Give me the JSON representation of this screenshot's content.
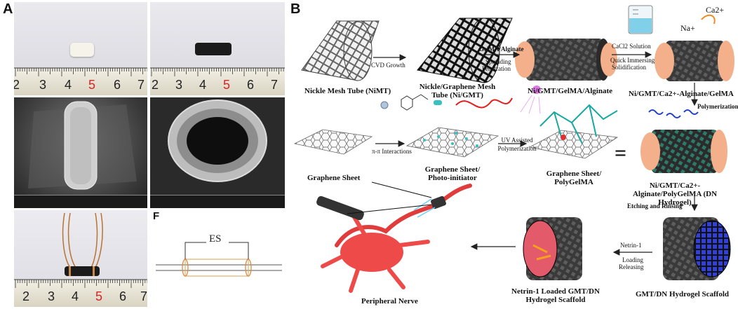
{
  "panels": {
    "A": "A",
    "B": "B",
    "F": "F"
  },
  "panel_a": {
    "ruler_top": [
      "2",
      "3",
      "4",
      "5",
      "6",
      "7"
    ],
    "ruler_bottom": [
      "2",
      "3",
      "4",
      "5",
      "6",
      "7"
    ]
  },
  "panel_f": {
    "es_label": "ES"
  },
  "panel_b": {
    "nimt": "Nickle Mesh Tube (NiMT)",
    "cvd": "CVD Growth",
    "nigmt": "Nickle/Graphene Mesh Tube (Ni/GMT)",
    "gelma_alginate": "GelMA/Alginate",
    "spreading": "Spreading",
    "penetration": "Penetration",
    "ni_gmt_gelma": "Ni/GMT/GelMA/Alginate",
    "cacl2": "CaCl2 Solution",
    "quick": "Quick Immersing",
    "solid": "Solidification",
    "na_ion": "Na+",
    "ca_ion": "Ca2+",
    "ni_gmt_ca": "Ni/GMT/Ca2+-Alginate/GelMA",
    "polymerization": "Polymerization",
    "graphene_sheet": "Graphene Sheet",
    "pi_interaction": "π-π Interactions",
    "gs_photo": "Graphene Sheet/ Photo-initiator",
    "uv": "UV Assisted Polymerization",
    "gs_poly": "Graphene Sheet/ PolyGelMA",
    "dn_label": "Ni/GMT/Ca2+-Alginate/PolyGelMA (DN Hydrogel)",
    "etching": "Etching and Rinsing",
    "gmt_dn": "GMT/DN Hydrogel Scaffold",
    "netrin": "Netrin-1",
    "loading": "Loading",
    "releasing": "Releasing",
    "netrin_loaded": "Netrin-1 Loaded GMT/DN Hydrogel Scaffold",
    "nerve": "Peripheral Nerve",
    "equals": "="
  }
}
